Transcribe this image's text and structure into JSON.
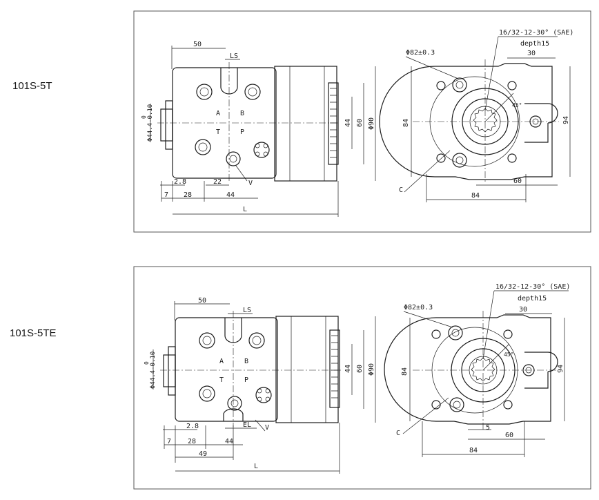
{
  "models": [
    {
      "name": "101S-5T",
      "dims": {
        "top_width": "50",
        "ls": "LS",
        "dia_pilot": "Φ44.4-0.10",
        "dia_pilot_tol": "0",
        "d2_8": "2.8",
        "d22": "22",
        "v": "V",
        "d7": "7",
        "d28": "28",
        "d44b": "44",
        "l": "L",
        "a": "A",
        "b": "B",
        "t": "T",
        "p": "P",
        "d44": "44",
        "d60": "60",
        "d90": "Φ90"
      },
      "end": {
        "thread": "16/32-12-30° (SAE)",
        "depth": "depth15",
        "d30": "30",
        "d82": "Φ82±0.3",
        "angle": "45°",
        "d84v": "84",
        "d94": "94",
        "d60": "60",
        "d84h": "84",
        "c": "C"
      }
    },
    {
      "name": "101S-5TE",
      "dims": {
        "top_width": "50",
        "ls": "LS",
        "dia_pilot": "Φ44.4-0.10",
        "dia_pilot_tol": "0",
        "d2_8": "2.8",
        "el": "EL",
        "v": "V",
        "d7": "7",
        "d28": "28",
        "d44b": "44",
        "d49": "49",
        "l": "L",
        "a": "A",
        "b": "B",
        "t": "T",
        "p": "P",
        "d44": "44",
        "d60": "60",
        "d90": "Φ90"
      },
      "end": {
        "thread": "16/32-12-30° (SAE)",
        "depth": "depth15",
        "d30": "30",
        "d82": "Φ82±0.3",
        "angle": "45°",
        "d84v": "84",
        "d94": "94",
        "d5": "5",
        "d60": "60",
        "d84h": "84",
        "c": "C"
      }
    }
  ]
}
